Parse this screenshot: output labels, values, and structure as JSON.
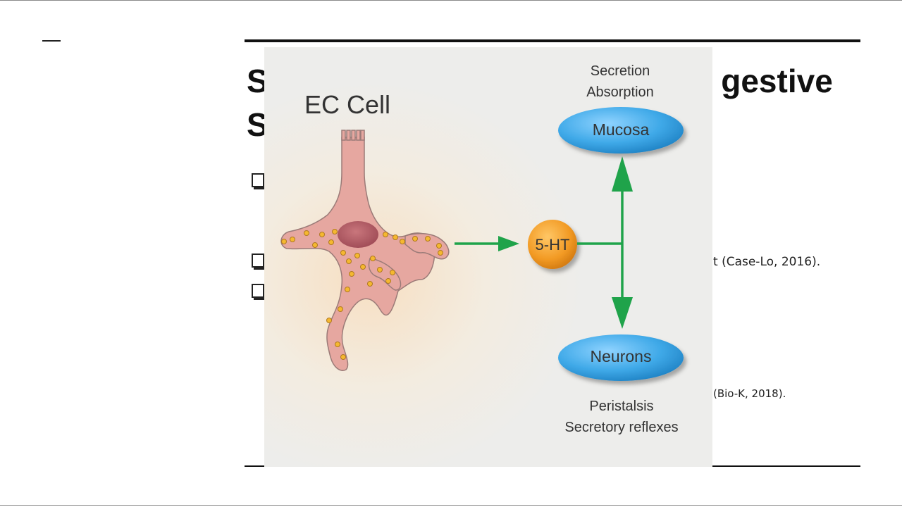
{
  "slide": {
    "title_line1_visible": "S",
    "title_line1_right": "gestive",
    "title_line2_visible": "S",
    "citations": [
      "t (Case-Lo, 2016).",
      "(Bio-K, 2018)."
    ]
  },
  "diagram": {
    "cell_label": "EC Cell",
    "hub_label": "5-HT",
    "mucosa_label": "Mucosa",
    "neurons_label": "Neurons",
    "mucosa_effects": [
      "Secretion",
      "Absorption"
    ],
    "neuron_effects": [
      "Peristalsis",
      "Secretory reflexes"
    ],
    "colors": {
      "arrow": "#1fa34a",
      "oval_blue": "#3fa9e8",
      "hub_orange": "#f29a24",
      "cell_pink": "#e8a8a0",
      "nucleus": "#b5606a",
      "granule": "#f5b830"
    }
  }
}
